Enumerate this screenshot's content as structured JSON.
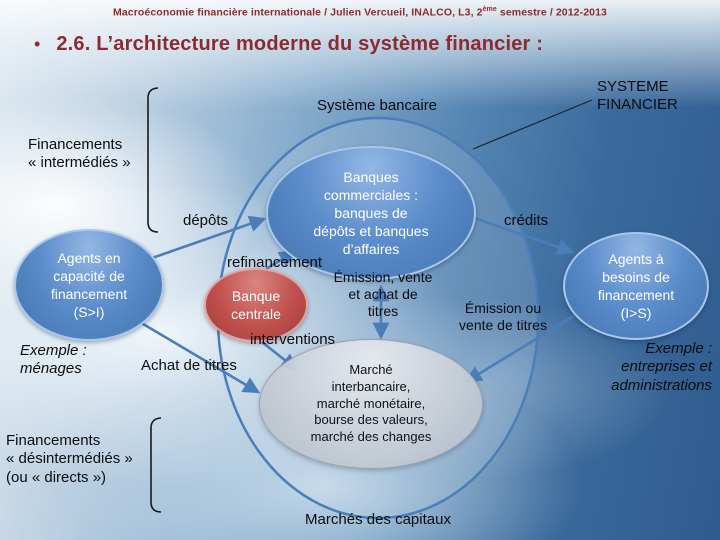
{
  "colors": {
    "title_red": "#8e2a2e",
    "arrow_blue": "#4a7ebb",
    "node_blue": "#5b8ccb",
    "node_red": "#c0504d",
    "market_gray": "#c3cad3"
  },
  "header": {
    "pre": "Macroéconomie financière internationale / Julien Vercueil, INALCO, L3, 2",
    "sup": "ème",
    "post": " semestre / 2012-2013"
  },
  "title": {
    "bullet": "•",
    "text": "2.6. L’architecture moderne du système financier :"
  },
  "diagram": {
    "system_label": "SYSTEME\nFINANCIER",
    "banking_system": "Système bancaire",
    "capital_markets": "Marchés des capitaux",
    "nodes": {
      "commercial_banks": "Banques\ncommerciales :\nbanques de\ndépôts et banques\nd’affaires",
      "central_bank": "Banque\ncentrale",
      "agents_surplus": "Agents en\ncapacité de\nfinancement\n(S>I)",
      "agents_deficit": "Agents à\nbesoins de\nfinancement\n(I>S)",
      "markets": "Marché\ninterbancaire,\nmarché monétaire,\nbourse des valeurs,\nmarché des changes"
    },
    "edges": {
      "deposits": "dépôts",
      "credits": "crédits",
      "refinancing": "refinancement",
      "issue_sale_purchase": "Émission, vente\net achat de\ntitres",
      "issue_or_sale": "Émission ou\nvente de titres",
      "interventions": "interventions",
      "securities_purchase": "Achat de titres"
    },
    "side_notes": {
      "intermediated": "Financements\n« intermédiés »",
      "example_households": "Exemple :\nménages",
      "disintermediated": "Financements\n« désintermédiés »\n(ou « directs »)",
      "example_firms": "Exemple :\nentreprises et\nadministrations"
    }
  }
}
